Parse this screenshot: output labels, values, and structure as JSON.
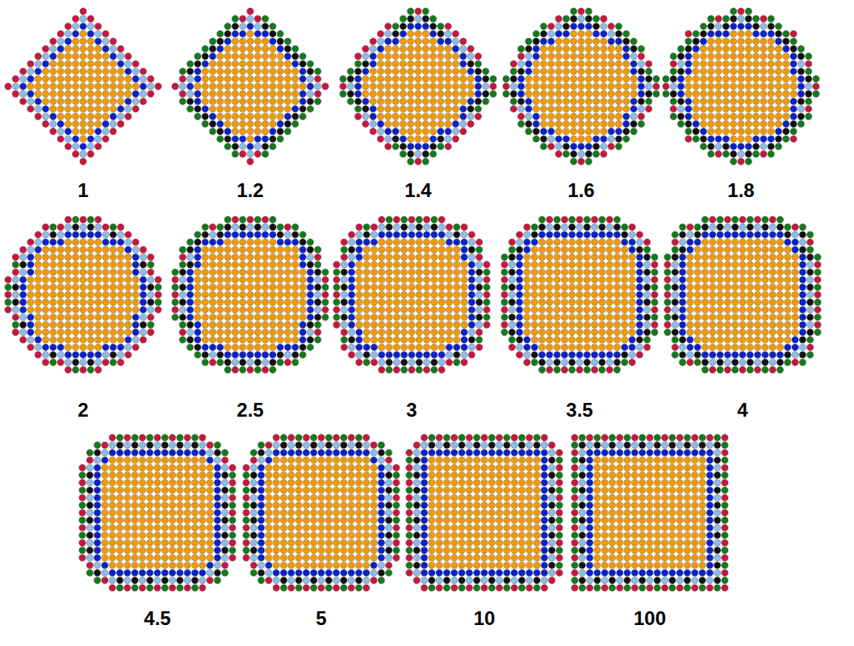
{
  "diagram": {
    "labels": [
      "1",
      "1.2",
      "1.4",
      "1.6",
      "1.8",
      "2",
      "2.5",
      "3",
      "3.5",
      "4",
      "4.5",
      "5",
      "10",
      "100"
    ]
  }
}
